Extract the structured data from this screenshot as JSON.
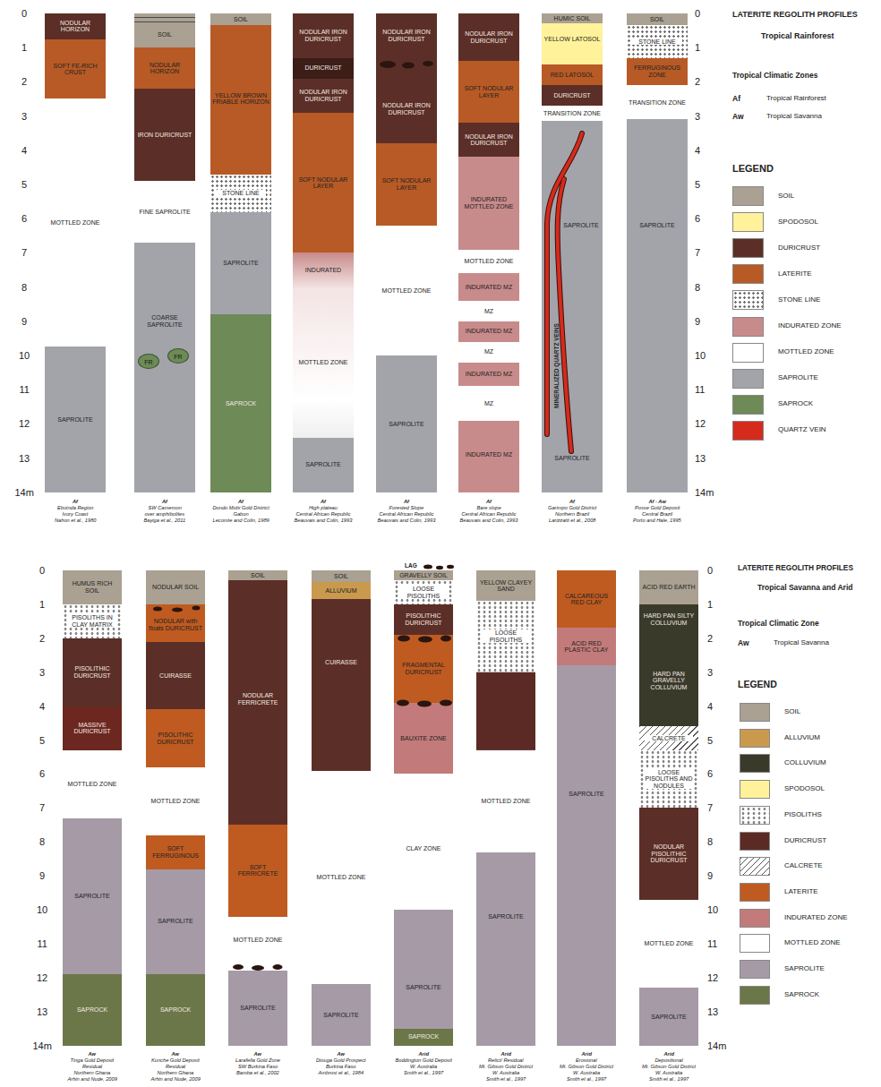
{
  "diagram": {
    "nodes": [
      {
        "text": [
          "NODULAR HORIZON"
        ]
      },
      {
        "text": [
          "SOFT FE-RICH CRUST"
        ]
      },
      {
        "text": [
          "MOTTLED ZONE"
        ]
      },
      {
        "text": [
          "SAPROLITE"
        ]
      },
      {
        "text": [
          "SOIL"
        ]
      },
      {
        "text": [
          "NODULAR HORIZON"
        ]
      },
      {
        "text": [
          "IRON DURICRUST"
        ]
      },
      {
        "text": [
          "FINE SAPROLITE"
        ]
      },
      {
        "text": [
          "COARSE SAPROLITE"
        ]
      },
      {
        "text": [
          "FR"
        ],
        "in": 8
      },
      {
        "text": [
          "FR"
        ],
        "in": 8
      },
      {
        "text": [
          "SOIL"
        ]
      },
      {
        "text": [
          "YELLOW BROWN FRIABLE HORIZON"
        ]
      },
      {
        "text": [
          "STONE LINE"
        ]
      },
      {
        "text": [
          "SAPROLITE"
        ]
      },
      {
        "text": [
          "SAPROCK"
        ]
      },
      {
        "text": [
          "NODULAR IRON DURICRUST"
        ]
      },
      {
        "text": [
          "DURICRUST"
        ]
      },
      {
        "text": [
          "NODULAR IRON DURICRUST"
        ]
      },
      {
        "text": [
          "SOFT NODULAR LAYER"
        ]
      },
      {
        "text": [
          "INDURATED"
        ]
      },
      {
        "text": [
          "MOTTLED ZONE"
        ]
      },
      {
        "text": [
          "SAPROLITE"
        ]
      },
      {
        "text": [
          "NODULAR IRON DURICRUST"
        ]
      },
      {
        "text": [
          "NODULAR IRON DURICRUST"
        ]
      },
      {
        "text": [
          "SOFT NODULAR LAYER"
        ]
      },
      {
        "text": [
          "MOTTLED ZONE"
        ]
      },
      {
        "text": [
          "SAPROLITE"
        ]
      },
      {
        "text": [
          "NODULAR IRON DURICRUST"
        ]
      },
      {
        "text": [
          "SOFT NODULAR LAYER"
        ]
      },
      {
        "text": [
          "NODULAR IRON DURICRUST"
        ]
      },
      {
        "text": [
          "INDURATED MOTTLED ZONE"
        ]
      },
      {
        "text": [
          "MOTTLED ZONE"
        ]
      },
      {
        "text": [
          "INDURATED MZ"
        ]
      },
      {
        "text": [
          "MZ"
        ]
      },
      {
        "text": [
          "INDURATED MZ"
        ]
      },
      {
        "text": [
          "MZ"
        ]
      },
      {
        "text": [
          "INDURATED MZ"
        ]
      },
      {
        "text": [
          "MZ"
        ]
      },
      {
        "text": [
          "INDURATED MZ"
        ]
      },
      {
        "text": [
          "HUMIC SOIL"
        ]
      },
      {
        "text": [
          "YELLOW LATOSOL"
        ]
      },
      {
        "text": [
          "RED LATOSOL"
        ]
      },
      {
        "text": [
          "DURICRUST"
        ]
      },
      {
        "text": [
          "TRANSITION ZONE"
        ]
      },
      {
        "text": [
          "SAPROLITE",
          "SAPROLITE"
        ]
      },
      {
        "text": [
          "SOIL"
        ]
      },
      {
        "text": [
          "STONE LINE"
        ]
      },
      {
        "text": [
          "FERRUGINOUS ZONE"
        ]
      },
      {
        "text": [
          "TRANSITION ZONE"
        ]
      },
      {
        "text": [
          "SAPROLITE"
        ]
      },
      {
        "text": [
          "HUMUS RICH SOIL"
        ]
      },
      {
        "text": [
          "PISOLITHS IN CLAY MATRIX"
        ]
      },
      {
        "text": [
          "PISOLITHIC DURICRUST"
        ]
      },
      {
        "text": [
          "MASSIVE DURICRUST"
        ]
      },
      {
        "text": [
          "MOTTLED ZONE"
        ]
      },
      {
        "text": [
          "SAPROLITE"
        ]
      },
      {
        "text": [
          "SAPROCK"
        ]
      },
      {
        "text": [
          "NODULAR SOIL"
        ]
      },
      {
        "text": [
          "NODULAR with floats DURICRUST"
        ]
      },
      {
        "text": [
          "CUIRASSE"
        ]
      },
      {
        "text": [
          "PISOLITHIC DURICRUST"
        ]
      },
      {
        "text": [
          "MOTTLED ZONE"
        ]
      },
      {
        "text": [
          "SOFT FERRUGINOUS"
        ]
      },
      {
        "text": [
          "SAPROLITE"
        ]
      },
      {
        "text": [
          "SAPROCK"
        ]
      },
      {
        "text": [
          "SOIL"
        ]
      },
      {
        "text": [
          "NODULAR FERRICRETE"
        ]
      },
      {
        "text": [
          "SOFT FERRICRETE"
        ]
      },
      {
        "text": [
          "MOTTLED ZONE"
        ]
      },
      {
        "text": [
          "SAPROLITE"
        ]
      },
      {
        "text": [
          "SOIL"
        ]
      },
      {
        "text": [
          "ALLUVIUM"
        ]
      },
      {
        "text": [
          "CUIRASSE"
        ]
      },
      {
        "text": [
          "MOTTLED ZONE"
        ]
      },
      {
        "text": [
          "SAPROLITE"
        ]
      },
      {
        "text": [
          "GRAVELLY SOIL"
        ]
      },
      {
        "text": [
          "LOOSE PISOLITHS"
        ]
      },
      {
        "text": [
          "PISOLITHIC DURICRUST"
        ]
      },
      {
        "text": [
          "FRAGMENTAL DURICRUST"
        ]
      },
      {
        "text": [
          "BAUXITE ZONE"
        ]
      },
      {
        "text": [
          "CLAY ZONE"
        ]
      },
      {
        "text": [
          "SAPROLITE"
        ]
      },
      {
        "text": [
          "SAPROCK"
        ]
      },
      {
        "text": [
          "YELLOW CLAYEY SAND"
        ]
      },
      {
        "text": [
          "LOOSE PISOLITHS"
        ]
      },
      {
        "text": [
          "MOTTLED ZONE"
        ]
      },
      {
        "text": [
          "SAPROLITE"
        ]
      },
      {
        "text": [
          "CALCAREOUS RED CLAY"
        ]
      },
      {
        "text": [
          "ACID RED PLASTIC CLAY"
        ]
      },
      {
        "text": [
          "SAPROLITE"
        ]
      },
      {
        "text": [
          "ACID RED EARTH"
        ]
      },
      {
        "text": [
          "HARD PAN SILTY COLLUVIUM"
        ]
      },
      {
        "text": [
          "HARD PAN GRAVELLY COLLUVIUM"
        ]
      },
      {
        "text": [
          "CALCRETE"
        ]
      },
      {
        "text": [
          "LOOSE PISOLITHS AND NODULES"
        ]
      },
      {
        "text": [
          "NODULAR PISOLITHIC DURICRUST"
        ]
      },
      {
        "text": [
          "MOTTLED ZONE"
        ]
      },
      {
        "text": [
          "SAPROLITE"
        ]
      }
    ],
    "labels": [
      "LATERITE REGOLITH PROFILES",
      "Tropical Rainforest",
      "Tropical Climatic Zones",
      "Af",
      "Tropical Rainforest",
      "Aw",
      "Tropical Savanna",
      "LEGEND",
      "0",
      "1",
      "2",
      "3",
      "4",
      "5",
      "6",
      "7",
      "8",
      "9",
      "10",
      "11",
      "12",
      "13",
      "14m",
      "0",
      "1",
      "2",
      "3",
      "4",
      "5",
      "6",
      "7",
      "8",
      "9",
      "10",
      "11",
      "12",
      "13",
      "14m",
      "Af",
      "Eboinda Region",
      "Ivory Coast",
      "Nahon et al., 1980",
      "Af",
      "SW Cameroon",
      "over amphibolites",
      "Bayiga et al., 2011",
      "Af",
      "Dondo Mobi Gold District",
      "Gabon",
      "Lecomte and Colin, 1989",
      "Af",
      "High plateau",
      "Central African Republic",
      "Beauvais and Colin, 1993",
      "Af",
      "Forested Slope",
      "Central African Republic",
      "Beauvais and Colin, 1993",
      "Af",
      "Bare slope",
      "Central African Republic",
      "Beauvais and Colin, 1993",
      "Af",
      "Garimpo Gold District",
      "Northern Brazil",
      "Larizzatti et al., 2008",
      "Af - Aw",
      "Posse Gold Deposit",
      "Central Brazil",
      "Porto and Hale, 1995",
      "MINERALIZED QUARTZ VEINS",
      "LATERITE REGOLITH PROFILES",
      "Tropical Savanna and Arid",
      "Tropical Climatic Zone",
      "Aw",
      "Tropical Savanna",
      "LEGEND",
      "LAG",
      "0",
      "1",
      "2",
      "3",
      "4",
      "5",
      "6",
      "7",
      "8",
      "9",
      "10",
      "11",
      "12",
      "13",
      "14m",
      "0",
      "1",
      "2",
      "3",
      "4",
      "5",
      "6",
      "7",
      "8",
      "9",
      "10",
      "11",
      "12",
      "13",
      "14m",
      "Aw",
      "Tinga Gold Deposit",
      "Residual",
      "Northern Ghana",
      "Arhin and Nude, 2009",
      "Aw",
      "Kunche Gold Deposit",
      "Residual",
      "Northern Ghana",
      "Arhin and Nude, 2009",
      "Aw",
      "Larafella Gold Zone",
      "SW Burkina Faso",
      "Bamba et al., 2002",
      "Aw",
      "Diouga Gold Prospect",
      "Burkina Faso",
      "Ambrosi et al., 1984",
      "Arid",
      "Boddington Gold Deposit",
      "W. Australia",
      "Smith et al., 1997",
      "Arid",
      "Relict/ Residual",
      "Mt. Gibson Gold District",
      "W. Australia",
      "Smith et al., 1997",
      "Arid",
      "Erosional",
      "Mt. Gibson Gold District",
      "W. Australia",
      "Smith et al., 1997",
      "Arid",
      "Depositional",
      "Mt. Gibson Gold District",
      "W. Australia",
      "Smith et al., 1997"
    ],
    "legend": [
      {
        "text": "SOIL",
        "color": "#aaa192"
      },
      {
        "text": "SPODOSOL",
        "color": "#fff29b"
      },
      {
        "text": "DURICRUST",
        "color": "#5b2f27"
      },
      {
        "text": "LATERITE",
        "color": "#b85a25"
      },
      {
        "text": "STONE LINE",
        "color": "#ffffff"
      },
      {
        "text": "INDURATED ZONE",
        "color": "#c88b8b"
      },
      {
        "text": "MOTTLED ZONE",
        "color": "#ffffff"
      },
      {
        "text": "SAPROLITE",
        "color": "#a2a4aa"
      },
      {
        "text": "SAPROCK",
        "color": "#6d8a57"
      },
      {
        "text": "QUARTZ VEIN",
        "color": "#d62a1c"
      },
      {
        "text": "SOIL",
        "color": "#aaa192"
      },
      {
        "text": "ALLUVIUM",
        "color": "#c99a4e"
      },
      {
        "text": "COLLUVIUM",
        "color": "#3a3a2b"
      },
      {
        "text": "SPODOSOL",
        "color": "#fff29b"
      },
      {
        "text": "PISOLITHS",
        "color": "#ffffff"
      },
      {
        "text": "DURICRUST",
        "color": "#5b2a25"
      },
      {
        "text": "CALCRETE",
        "color": "#ffffff"
      },
      {
        "text": "LATERITE",
        "color": "#bf5b20"
      },
      {
        "text": "INDURATED ZONE",
        "color": "#c27b7a"
      },
      {
        "text": "MOTTLED ZONE",
        "color": "#ffffff"
      },
      {
        "text": "SAPROLITE",
        "color": "#a59aa6"
      },
      {
        "text": "SAPROCK",
        "color": "#6b7748"
      }
    ]
  }
}
